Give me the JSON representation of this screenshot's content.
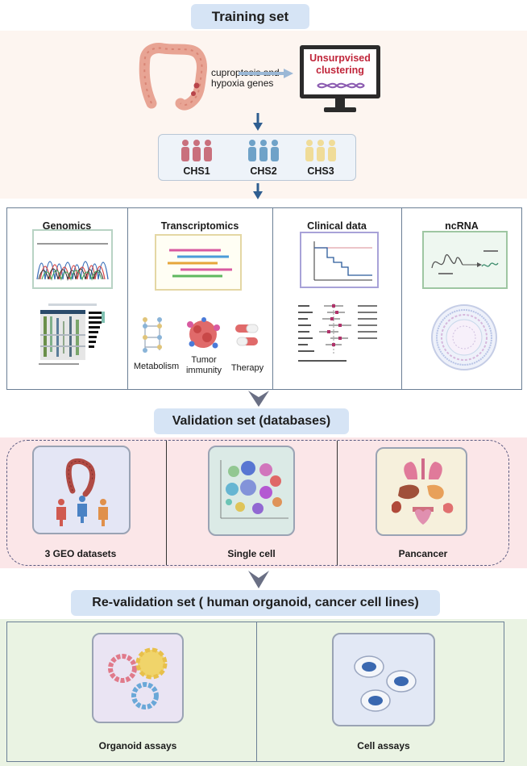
{
  "training": {
    "title": "Training set",
    "genes_label": "cuproptosis and hypoxia genes",
    "genes_line1": "cuproptosis and",
    "genes_line2": "hypoxia genes",
    "monitor_line1": "Unsurpvised",
    "monitor_line2": "clustering",
    "clusters": [
      "CHS1",
      "CHS2",
      "CHS3"
    ],
    "cluster_colors": [
      "#c9707d",
      "#6fa2c8",
      "#f0dc98"
    ]
  },
  "analyses": {
    "panels": [
      {
        "title": "Genomics"
      },
      {
        "title": "Transcriptomics"
      },
      {
        "title": "Clinical data"
      },
      {
        "title": "ncRNA"
      }
    ],
    "transcriptomics_items": [
      "Metabolism",
      "Tumor immunity",
      "Therapy"
    ],
    "transcriptomics_line_tumor": "Tumor",
    "transcriptomics_line_immunity": "immunity"
  },
  "validation": {
    "title": "Validation set (databases)",
    "items": [
      "3 GEO datasets",
      "Single cell",
      "Pancancer"
    ]
  },
  "revalidation": {
    "title": "Re-validation set ( human organoid, cancer cell lines)",
    "items": [
      "Organoid assays",
      "Cell assays"
    ]
  },
  "colors": {
    "pill": "#d6e4f5",
    "arrow": "#2f5e90",
    "training_bg": "#fdf5f0",
    "validation_bg": "#fbe6e8",
    "revalidation_bg": "#eaf3e3"
  }
}
